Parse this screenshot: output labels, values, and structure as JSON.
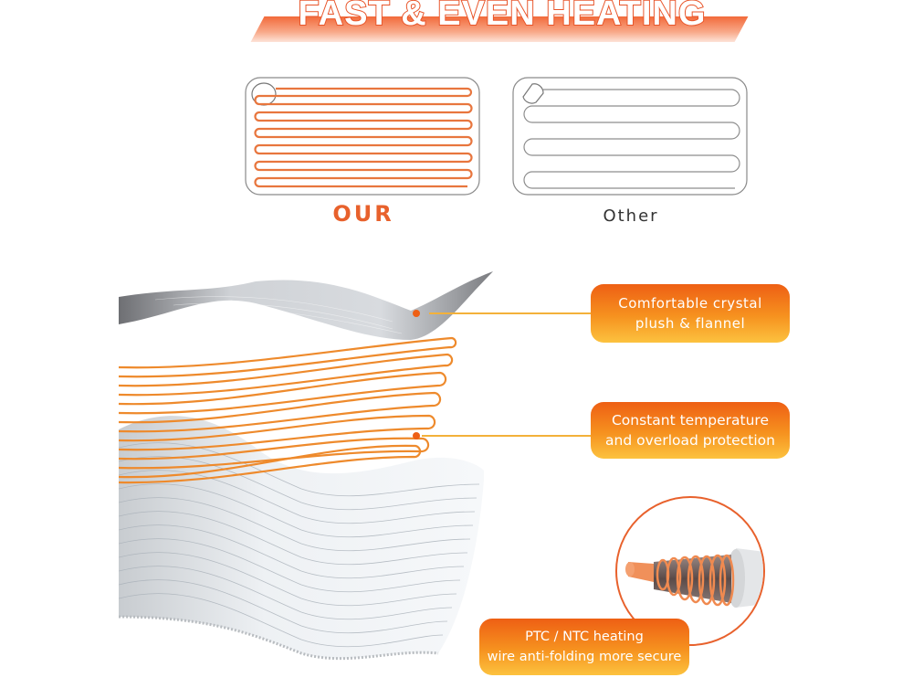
{
  "header": {
    "title": "FAST & EVEN HEATING"
  },
  "comparison": {
    "our": {
      "label": "OUR",
      "wire_color": "#e8763e",
      "wire_rows": 7
    },
    "other": {
      "label": "Other",
      "wire_color": "#9a9a9a",
      "wire_rows": 4
    }
  },
  "layers": [
    {
      "name": "top-fabric",
      "color": "#c9ccd0"
    },
    {
      "name": "heating-wire",
      "color": "#ee8a2c"
    },
    {
      "name": "bottom-fabric",
      "color": "#eef2f5"
    }
  ],
  "callouts": [
    {
      "id": "fabric",
      "lines": [
        "Comfortable crystal",
        "plush & flannel"
      ]
    },
    {
      "id": "protection",
      "lines": [
        "Constant temperature",
        "and overload protection"
      ]
    },
    {
      "id": "wire",
      "lines": [
        "PTC / NTC heating",
        "wire anti-folding more secure"
      ]
    }
  ],
  "colors": {
    "accent": "#ee5f14",
    "accent_light": "#fcc23f",
    "leader_line": "#f3b13a",
    "label_orange": "#e8612c"
  }
}
